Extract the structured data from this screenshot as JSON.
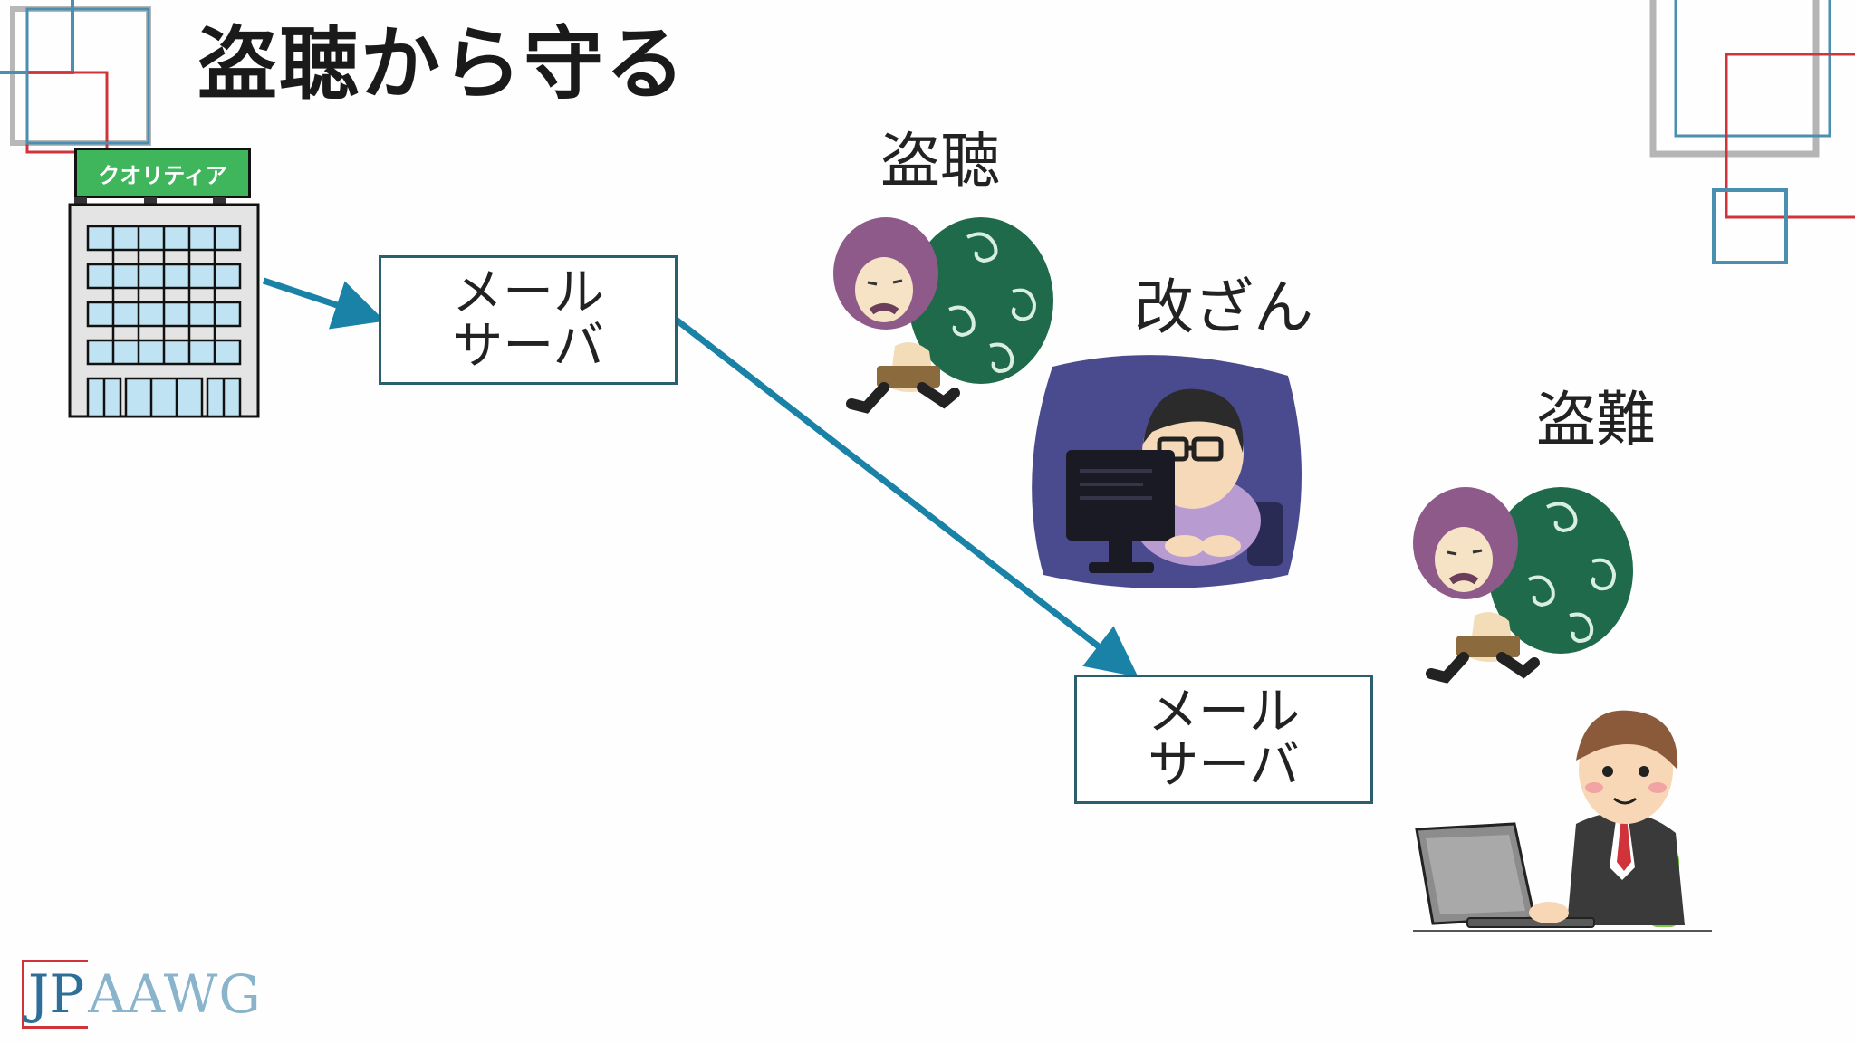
{
  "slide": {
    "title": "盗聴から守る"
  },
  "company": {
    "sign_label": "クオリティア"
  },
  "server1": {
    "line1": "メール",
    "line2": "サーバ"
  },
  "server2": {
    "line1": "メール",
    "line2": "サーバ"
  },
  "threats": {
    "eavesdrop": "盗聴",
    "tamper": "改ざん",
    "theft": "盗難"
  },
  "logo": {
    "jp": "JP",
    "aawg": "AAWG"
  },
  "colors": {
    "arrow": "#1a82a6",
    "deco_blue": "#4a8fb0",
    "deco_red": "#d0343a",
    "deco_gray": "#b5b5b5",
    "thief_hood": "#8e5a8a",
    "sack": "#1e6a4a"
  }
}
